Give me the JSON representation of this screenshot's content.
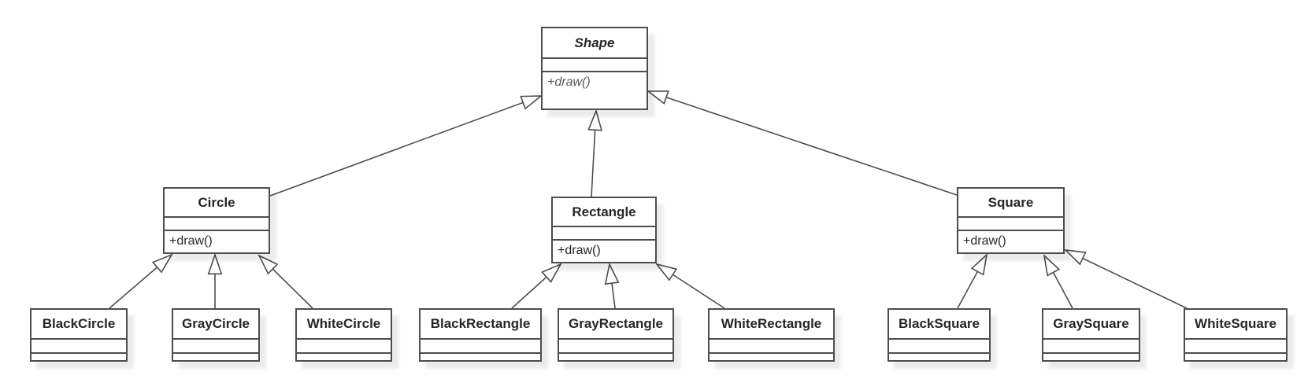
{
  "diagram": {
    "kind": "uml-class-diagram",
    "background_color": "#ffffff",
    "box_fill_color": "#ffffff",
    "line_color": "#4d4d4d",
    "text_color": "#262626",
    "abstract_member_color": "#595959",
    "classes": [
      {
        "name": "Shape",
        "abstract": true,
        "attributes": "",
        "methods": "+draw()"
      },
      {
        "name": "Circle",
        "abstract": false,
        "attributes": "",
        "methods": "+draw()"
      },
      {
        "name": "Rectangle",
        "abstract": false,
        "attributes": "",
        "methods": "+draw()"
      },
      {
        "name": "Square",
        "abstract": false,
        "attributes": "",
        "methods": "+draw()"
      },
      {
        "name": "BlackCircle",
        "abstract": false,
        "attributes": "",
        "methods": ""
      },
      {
        "name": "GrayCircle",
        "abstract": false,
        "attributes": "",
        "methods": ""
      },
      {
        "name": "WhiteCircle",
        "abstract": false,
        "attributes": "",
        "methods": ""
      },
      {
        "name": "BlackRectangle",
        "abstract": false,
        "attributes": "",
        "methods": ""
      },
      {
        "name": "GrayRectangle",
        "abstract": false,
        "attributes": "",
        "methods": ""
      },
      {
        "name": "WhiteRectangle",
        "abstract": false,
        "attributes": "",
        "methods": ""
      },
      {
        "name": "BlackSquare",
        "abstract": false,
        "attributes": "",
        "methods": ""
      },
      {
        "name": "GraySquare",
        "abstract": false,
        "attributes": "",
        "methods": ""
      },
      {
        "name": "WhiteSquare",
        "abstract": false,
        "attributes": "",
        "methods": ""
      }
    ],
    "edges": [
      {
        "from": "Circle",
        "to": "Shape",
        "type": "generalization"
      },
      {
        "from": "Rectangle",
        "to": "Shape",
        "type": "generalization"
      },
      {
        "from": "Square",
        "to": "Shape",
        "type": "generalization"
      },
      {
        "from": "BlackCircle",
        "to": "Circle",
        "type": "generalization"
      },
      {
        "from": "GrayCircle",
        "to": "Circle",
        "type": "generalization"
      },
      {
        "from": "WhiteCircle",
        "to": "Circle",
        "type": "generalization"
      },
      {
        "from": "BlackRectangle",
        "to": "Rectangle",
        "type": "generalization"
      },
      {
        "from": "GrayRectangle",
        "to": "Rectangle",
        "type": "generalization"
      },
      {
        "from": "WhiteRectangle",
        "to": "Rectangle",
        "type": "generalization"
      },
      {
        "from": "BlackSquare",
        "to": "Square",
        "type": "generalization"
      },
      {
        "from": "GraySquare",
        "to": "Square",
        "type": "generalization"
      },
      {
        "from": "WhiteSquare",
        "to": "Square",
        "type": "generalization"
      }
    ]
  }
}
